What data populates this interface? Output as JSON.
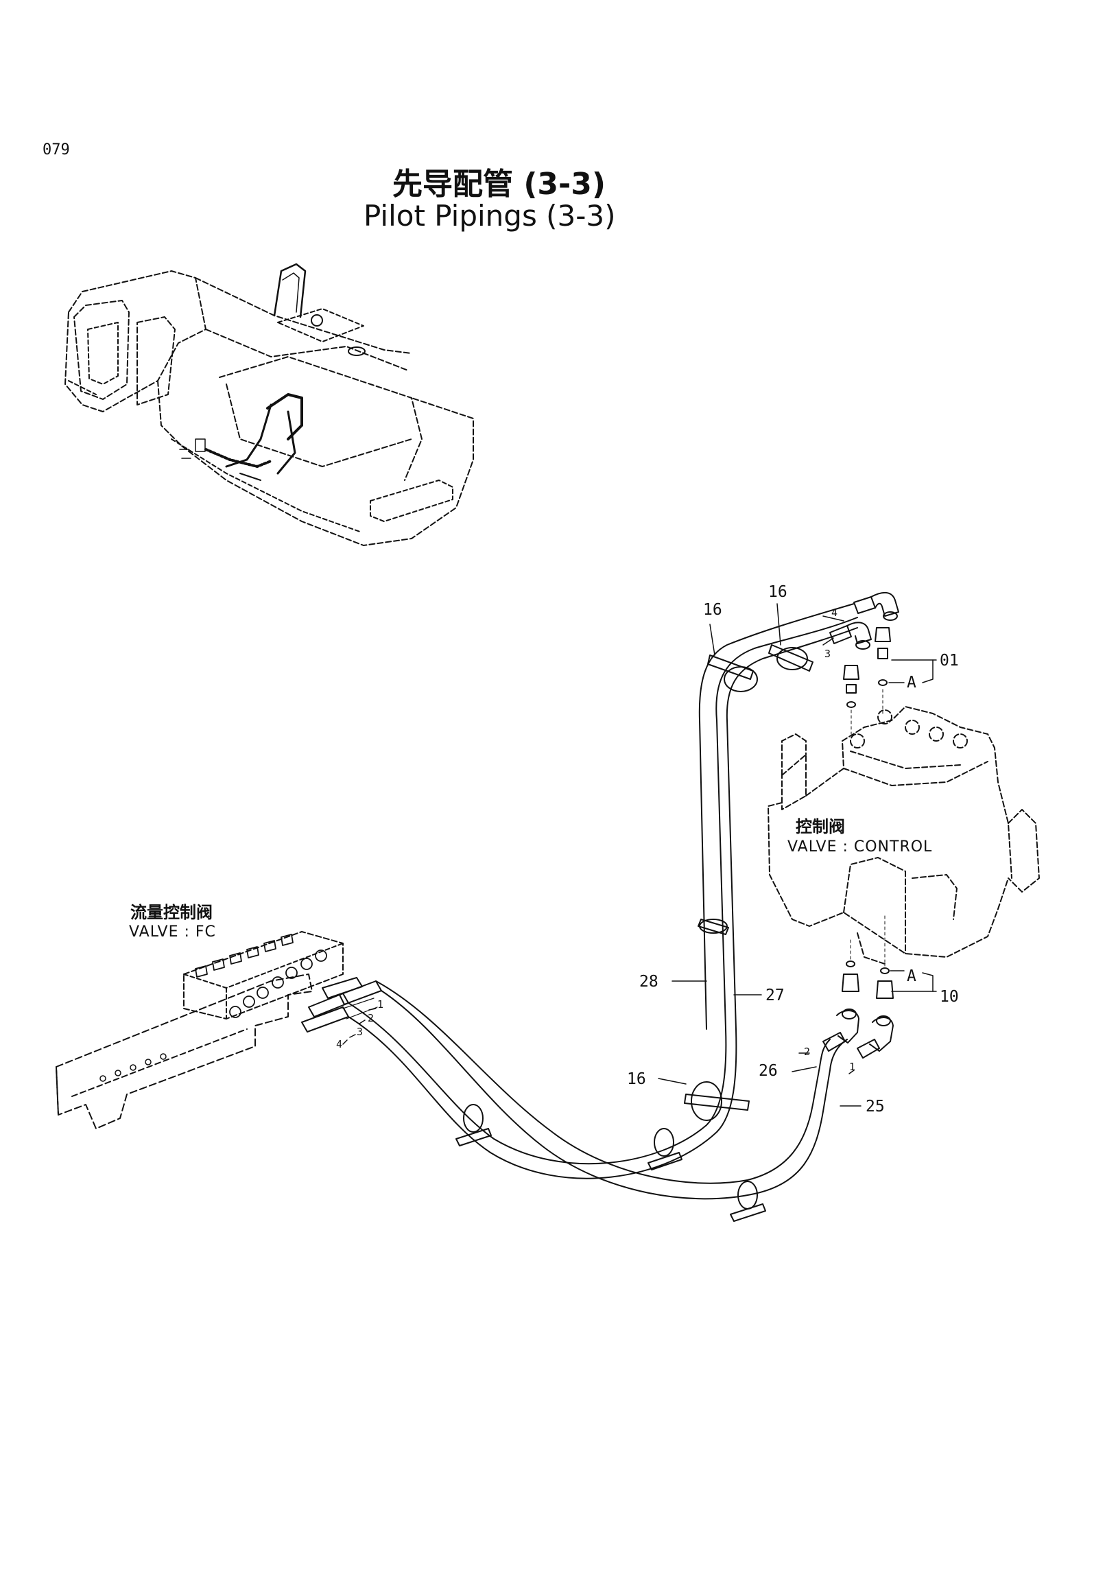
{
  "page_number": "079",
  "title_cn": "先导配管 (3-3)",
  "title_en": "Pilot Pipings (3-3)",
  "labels": {
    "control_valve_cn": "控制阀",
    "control_valve_en": "VALVE : CONTROL",
    "fc_valve_cn": "流量控制阀",
    "fc_valve_en": "VALVE : FC"
  },
  "callouts": {
    "c16_top_left": "16",
    "c16_top_right": "16",
    "c16_bottom": "16",
    "c01": "01",
    "c10": "10",
    "a_top": "A",
    "a_bottom": "A",
    "c28": "28",
    "c27": "27",
    "c26": "26",
    "c25": "25"
  },
  "hose_markers": {
    "top_4": "4",
    "top_3": "3",
    "cv_2": "2",
    "cv_1": "1",
    "fc_1": "1",
    "fc_2": "2",
    "fc_3": "3",
    "fc_4": "4"
  }
}
